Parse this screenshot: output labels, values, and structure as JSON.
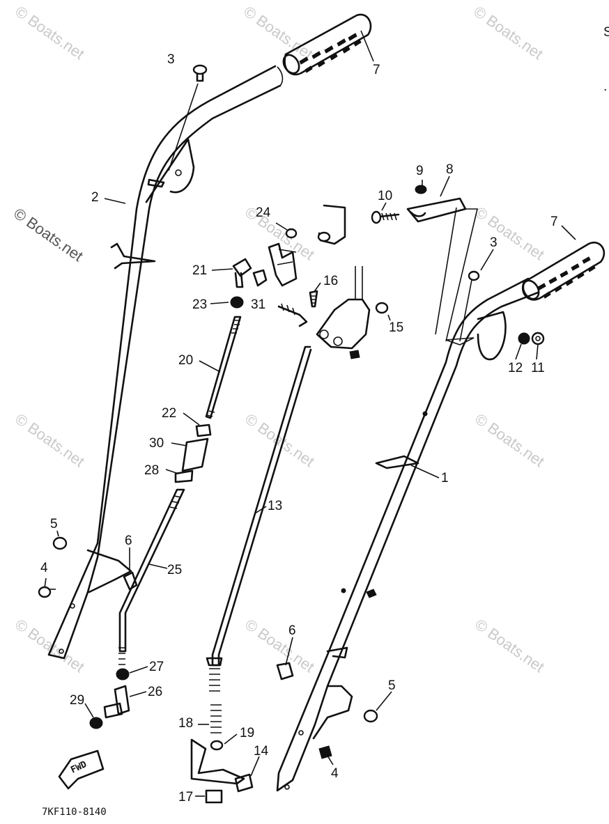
{
  "diagram": {
    "drawing_code": "7KF110-8140",
    "fwd_label": "FWD",
    "edge_marks": [
      "S",
      "."
    ],
    "watermark": "© Boats.net",
    "callouts": [
      {
        "id": "c7a",
        "text": "7"
      },
      {
        "id": "c3a",
        "text": "3"
      },
      {
        "id": "c2",
        "text": "2"
      },
      {
        "id": "c24",
        "text": "24"
      },
      {
        "id": "c21",
        "text": "21"
      },
      {
        "id": "c23",
        "text": "23"
      },
      {
        "id": "c31",
        "text": "31"
      },
      {
        "id": "c16",
        "text": "16"
      },
      {
        "id": "c15",
        "text": "15"
      },
      {
        "id": "c20",
        "text": "20"
      },
      {
        "id": "c22",
        "text": "22"
      },
      {
        "id": "c30",
        "text": "30"
      },
      {
        "id": "c28",
        "text": "28"
      },
      {
        "id": "c5a",
        "text": "5"
      },
      {
        "id": "c6a",
        "text": "6"
      },
      {
        "id": "c25",
        "text": "25"
      },
      {
        "id": "c4a",
        "text": "4"
      },
      {
        "id": "c13",
        "text": "13"
      },
      {
        "id": "c27",
        "text": "27"
      },
      {
        "id": "c26",
        "text": "26"
      },
      {
        "id": "c29",
        "text": "29"
      },
      {
        "id": "c18",
        "text": "18"
      },
      {
        "id": "c19",
        "text": "19"
      },
      {
        "id": "c14",
        "text": "14"
      },
      {
        "id": "c17",
        "text": "17"
      },
      {
        "id": "c9",
        "text": "9"
      },
      {
        "id": "c8",
        "text": "8"
      },
      {
        "id": "c10",
        "text": "10"
      },
      {
        "id": "c7b",
        "text": "7"
      },
      {
        "id": "c3b",
        "text": "3"
      },
      {
        "id": "c12",
        "text": "12"
      },
      {
        "id": "c11",
        "text": "11"
      },
      {
        "id": "c1",
        "text": "1"
      },
      {
        "id": "c6b",
        "text": "6"
      },
      {
        "id": "c5b",
        "text": "5"
      },
      {
        "id": "c4b",
        "text": "4"
      }
    ]
  }
}
